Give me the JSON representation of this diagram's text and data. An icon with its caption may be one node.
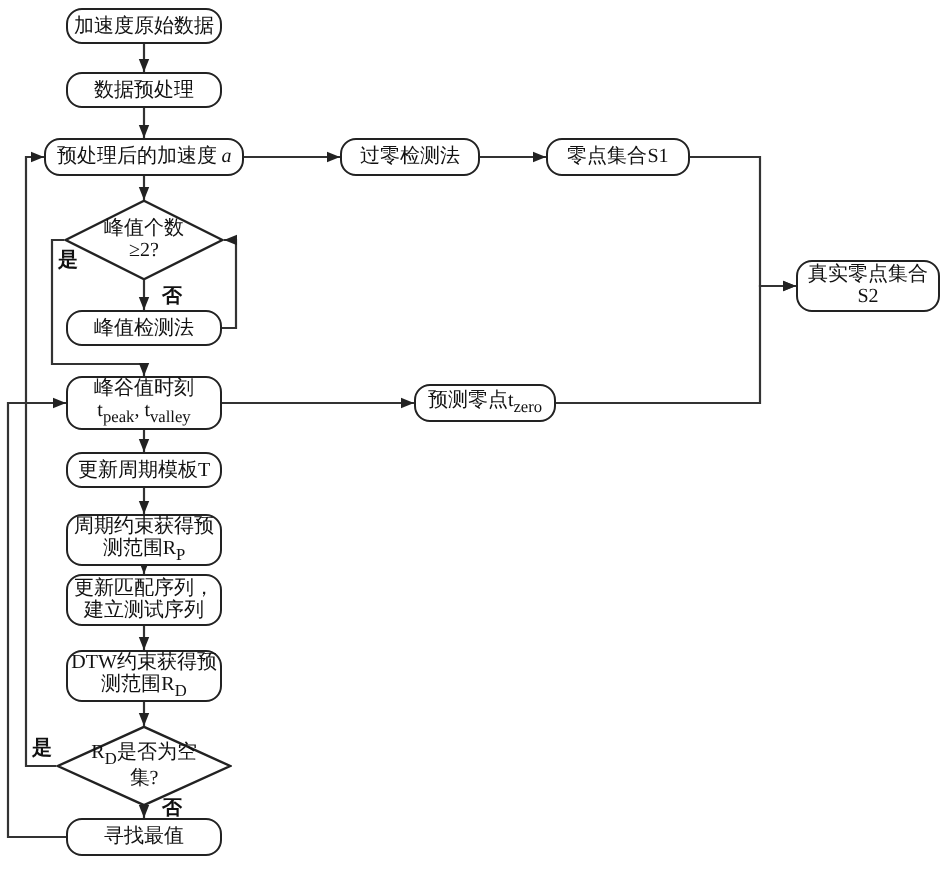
{
  "diagram": {
    "nodes": [
      {
        "text": [
          "加速度原始数据"
        ]
      },
      {
        "text": [
          "数据预处理"
        ]
      },
      {
        "text": [
          "预处理后的加速度 *a*"
        ]
      },
      {
        "text": [
          "过零检测法"
        ]
      },
      {
        "text": [
          "零点集合S1"
        ]
      },
      {
        "text": [
          "峰值个数≥2?"
        ]
      },
      {
        "text": [
          "峰值检测法"
        ]
      },
      {
        "text": [
          "真实零点集合S2"
        ]
      },
      {
        "text": [
          "峰谷值时刻",
          "t$_{peak}$, t$_{valley}$"
        ]
      },
      {
        "text": [
          "预测零点t$_{zero}$"
        ]
      },
      {
        "text": [
          "更新周期模板T"
        ]
      },
      {
        "text": [
          "周期约束获得预测范围R$_{P}$"
        ]
      },
      {
        "text": [
          "更新匹配序列，建立测试序列"
        ]
      },
      {
        "text": [
          "DTW约束获得预测范围R$_{D}$"
        ]
      },
      {
        "text": [
          "R$_{D}$是否为空集?"
        ]
      },
      {
        "text": [
          "寻找最值"
        ]
      }
    ],
    "edges": [
      {
        "from": 0,
        "to": 1,
        "arrow": "to"
      },
      {
        "from": 1,
        "to": 2,
        "arrow": "to"
      },
      {
        "from": 2,
        "to": 3,
        "arrow": "to"
      },
      {
        "from": 3,
        "to": 4,
        "arrow": "to"
      },
      {
        "from": 2,
        "to": 5,
        "arrow": "to"
      },
      {
        "from": 5,
        "to": 6,
        "arrow": "to",
        "label": "否"
      },
      {
        "from": 6,
        "to": 5,
        "arrow": "to"
      },
      {
        "from": 5,
        "to": 8,
        "arrow": "to",
        "label": "是"
      },
      {
        "from": 8,
        "to": 9,
        "arrow": "to"
      },
      {
        "from": 4,
        "to": 7,
        "arrow": "to"
      },
      {
        "from": 9,
        "to": 7,
        "arrow": "to"
      },
      {
        "from": 8,
        "to": 10,
        "arrow": "to"
      },
      {
        "from": 10,
        "to": 11,
        "arrow": "to"
      },
      {
        "from": 11,
        "to": 12,
        "arrow": "to"
      },
      {
        "from": 12,
        "to": 13,
        "arrow": "to"
      },
      {
        "from": 13,
        "to": 14,
        "arrow": "to"
      },
      {
        "from": 14,
        "to": 2,
        "arrow": "to",
        "label": "是"
      },
      {
        "from": 14,
        "to": 15,
        "arrow": "to",
        "label": "否"
      },
      {
        "from": 15,
        "to": 8,
        "arrow": "to"
      }
    ]
  }
}
